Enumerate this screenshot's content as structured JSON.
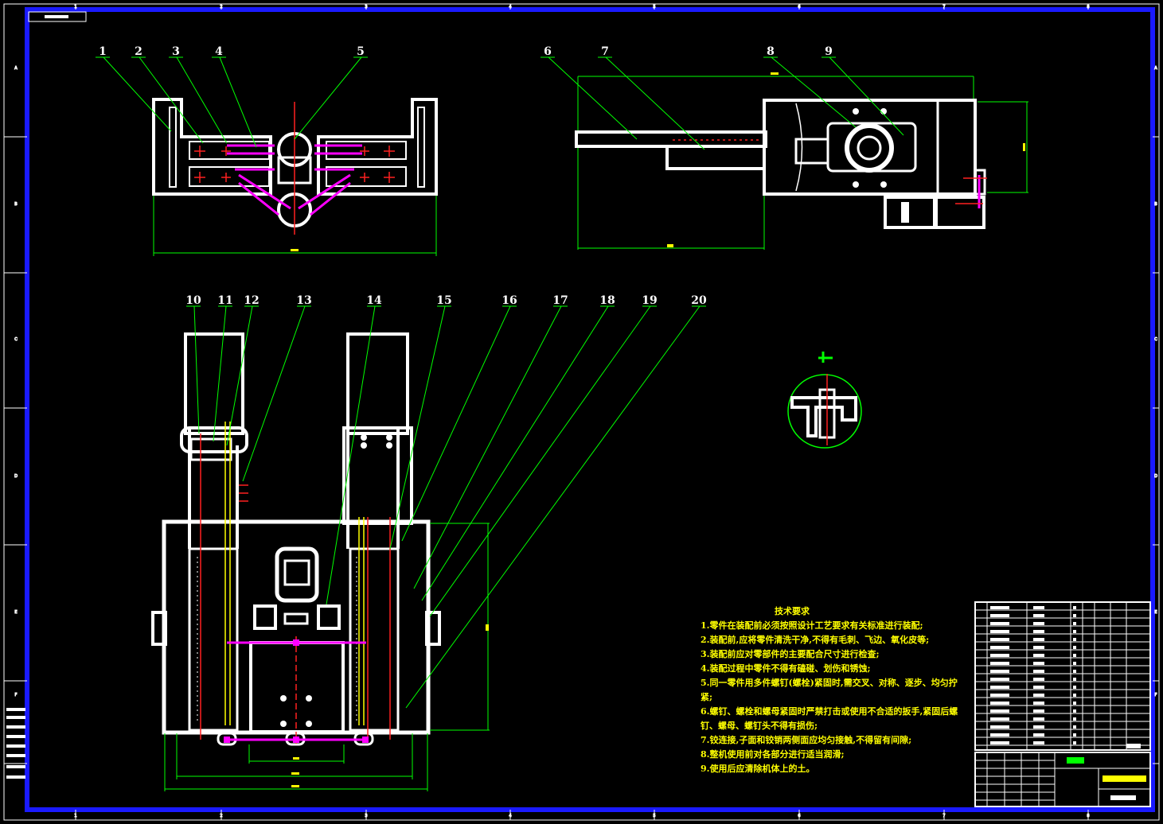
{
  "frame": {
    "border_color": "#1a1aff",
    "line_color": "#ffffff",
    "leader_color": "#00ff00",
    "axis_color": "#ff0000",
    "accent_color": "#ff00ff",
    "text_color": "#ffff00",
    "top_ticks": [
      "1",
      "2",
      "3",
      "4",
      "5",
      "6",
      "7",
      "8"
    ],
    "side_ticks": [
      "A",
      "B",
      "C",
      "D",
      "E",
      "F"
    ]
  },
  "top_view_left": {
    "part_numbers": [
      "1",
      "2",
      "3",
      "4",
      "5"
    ]
  },
  "side_view_right": {
    "part_numbers": [
      "6",
      "7",
      "8",
      "9"
    ]
  },
  "front_view": {
    "part_numbers": [
      "10",
      "11",
      "12",
      "13",
      "14",
      "15",
      "16",
      "17",
      "18",
      "19",
      "20"
    ]
  },
  "technical_requirements": {
    "title": "技术要求",
    "lines": [
      "1.零件在装配前必须按照设计工艺要求有关标准进行装配;",
      "2.装配前,应将零件清洗干净,不得有毛刺、飞边、氧化皮等;",
      "3.装配前应对零部件的主要配合尺寸进行检查;",
      "4.装配过程中零件不得有磕碰、划伤和锈蚀;",
      "5.同一零件用多件螺钉(螺栓)紧固时,需交叉、对称、逐步、均匀拧",
      "紧;",
      "6.螺钉、螺栓和螺母紧固时严禁打击或使用不合适的扳手,紧固后螺",
      "钉、螺母、螺钉头不得有损伤;",
      "7.铰连接,子面和铰销两侧面应均匀接触,不得留有间隙;",
      "8.整机使用前对各部分进行适当润滑;",
      "9.使用后应清除机体上的土。"
    ]
  }
}
